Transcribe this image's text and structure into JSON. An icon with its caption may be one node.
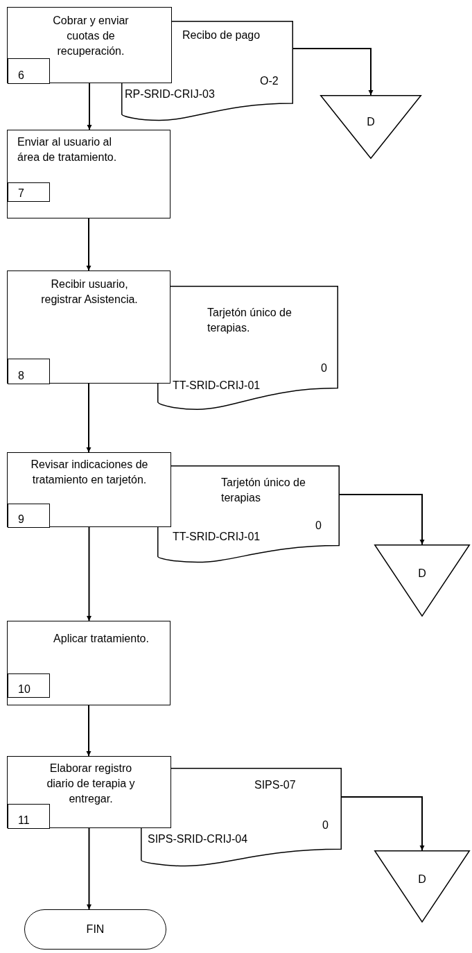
{
  "diagram": {
    "nodes": [
      {
        "text": [
          "Cobrar y enviar cuotas de recuperación."
        ]
      },
      {
        "text": [
          "6"
        ],
        "in": 0
      },
      {
        "text": [
          "Recibo de pago",
          "RP-SRID-CRIJ-03",
          "O-2"
        ]
      },
      {
        "text": [
          "D"
        ]
      },
      {
        "text": [
          "Enviar al usuario al área de tratamiento."
        ]
      },
      {
        "text": [
          "7"
        ],
        "in": 4
      },
      {
        "text": [
          "Recibir usuario, registrar Asistencia."
        ]
      },
      {
        "text": [
          "8"
        ],
        "in": 6
      },
      {
        "text": [
          "Tarjetón único de terapias.",
          "0",
          "TT-SRID-CRIJ-01"
        ]
      },
      {
        "text": [
          "Revisar indicaciones de tratamiento en tarjetón."
        ]
      },
      {
        "text": [
          "9"
        ],
        "in": 9
      },
      {
        "text": [
          "Tarjetón único de terapias",
          "0",
          "TT-SRID-CRIJ-01"
        ]
      },
      {
        "text": [
          "D"
        ]
      },
      {
        "text": [
          "Aplicar tratamiento."
        ]
      },
      {
        "text": [
          "10"
        ],
        "in": 13
      },
      {
        "text": [
          "Elaborar registro diario de terapia y entregar."
        ]
      },
      {
        "text": [
          "11"
        ],
        "in": 15
      },
      {
        "text": [
          "SIPS-07",
          "0",
          "SIPS-SRID-CRIJ-04"
        ]
      },
      {
        "text": [
          "D"
        ]
      },
      {
        "text": [
          "FIN"
        ]
      }
    ],
    "edges": [
      {
        "from": 0,
        "to": 4,
        "arrow": "to"
      },
      {
        "from": 2,
        "to": 3,
        "arrow": "to"
      },
      {
        "from": 4,
        "to": 6,
        "arrow": "to"
      },
      {
        "from": 6,
        "to": 9,
        "arrow": "to"
      },
      {
        "from": 11,
        "to": 12,
        "arrow": "to"
      },
      {
        "from": 9,
        "to": 13,
        "arrow": "to"
      },
      {
        "from": 13,
        "to": 15,
        "arrow": "to"
      },
      {
        "from": 17,
        "to": 18,
        "arrow": "to"
      },
      {
        "from": 15,
        "to": 19,
        "arrow": "to"
      }
    ]
  }
}
